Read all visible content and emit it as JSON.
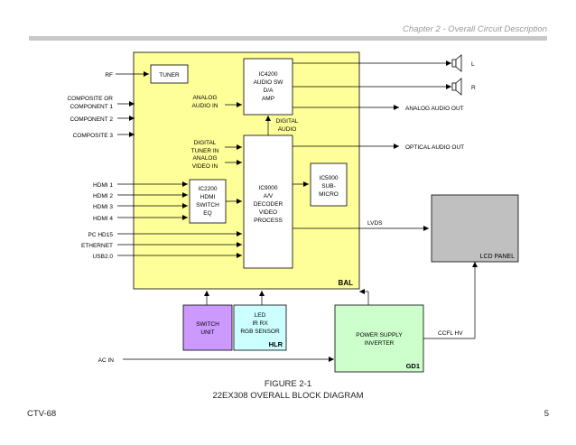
{
  "header": {
    "chapter": "Chapter 2 - Overall Circuit Description"
  },
  "diagram": {
    "inputs": {
      "rf": "RF",
      "composite_or": "COMPOSITE OR",
      "component_1": "COMPONENT 1",
      "component_2": "COMPONENT 2",
      "composite_3": "COMPOSITE 3",
      "hdmi_1": "HDMI 1",
      "hdmi_2": "HDMI 2",
      "hdmi_3": "HDMI 3",
      "hdmi_4": "HDMI 4",
      "pc_hd15": "PC HD15",
      "ethernet": "ETHERNET",
      "usb": "USB2.0",
      "ac_in": "AC IN"
    },
    "signals": {
      "analog_audio_in_1": "ANALOG",
      "analog_audio_in_2": "AUDIO IN",
      "digital_tuner_in_1": "DIGITAL",
      "digital_tuner_in_2": "TUNER IN",
      "analog_video_in_1": "ANALOG",
      "analog_video_in_2": "VIDEO IN",
      "digital_audio_1": "DIGITAL",
      "digital_audio_2": "AUDIO",
      "lvds": "LVDS",
      "ccfl_hv": "CCFL HV"
    },
    "outputs": {
      "speaker_l": "L",
      "speaker_r": "R",
      "analog_audio_out": "ANALOG AUDIO OUT",
      "optical_audio_out": "OPTICAL AUDIO OUT"
    },
    "blocks": {
      "tuner": "TUNER",
      "ic4200": [
        "IC4200",
        "AUDIO SW",
        "D/A",
        "AMP"
      ],
      "ic9000": [
        "IC9000",
        "A/V",
        "DECODER",
        "VIDEO",
        "PROCESS"
      ],
      "ic2200": [
        "IC2200",
        "HDMI",
        "SWITCH",
        "EQ"
      ],
      "ic5000": [
        "IC5000",
        "SUB-",
        "MICRO"
      ],
      "bal": "BAL",
      "lcd_panel": "LCD PANEL",
      "switch_unit": [
        "SWITCH",
        "UNIT"
      ],
      "hlr": [
        "LED",
        "IR RX",
        "RGB SENSOR"
      ],
      "hlr_label": "HLR",
      "power_supply": [
        "POWER SUPPLY",
        "INVERTER"
      ],
      "gd1": "GD1"
    },
    "colors": {
      "bal_fill": "#ffff99",
      "lcd_fill": "#c0c0c0",
      "switch_fill": "#cc99ff",
      "hlr_fill": "#ccffff",
      "power_fill": "#ccffcc"
    }
  },
  "caption": {
    "line1": "FIGURE 2-1",
    "line2": "22EX308 OVERALL BLOCK DIAGRAM"
  },
  "footer": {
    "left": "CTV-68",
    "right": "5"
  }
}
